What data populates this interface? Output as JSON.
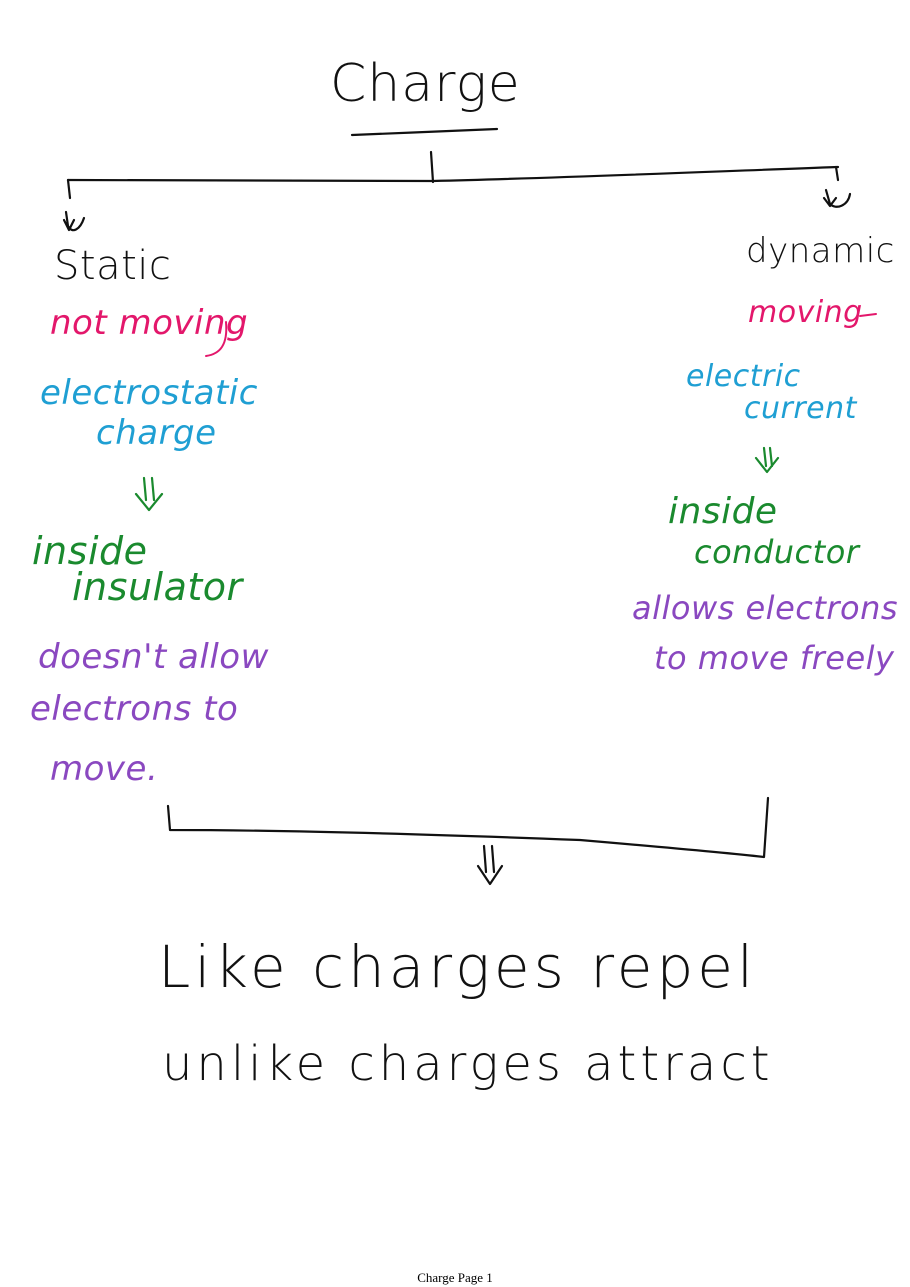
{
  "title": "Charge",
  "branches": {
    "static": {
      "heading": "Static",
      "motion": "not moving",
      "type_line1": "electrostatic",
      "type_line2": "charge",
      "location_line1": "inside",
      "location_line2": "insulator",
      "description_line1": "doesn't allow",
      "description_line2": "electrons to",
      "description_line3": "move."
    },
    "dynamic": {
      "heading": "dynamic",
      "motion": "moving",
      "type_line1": "electric",
      "type_line2": "current",
      "location_line1": "inside",
      "location_line2": "conductor",
      "description_line1": "allows electrons",
      "description_line2": "to move freely"
    }
  },
  "rules": {
    "line1": "Like charges repel",
    "line2": "unlike charges attract"
  },
  "footer": "Charge Page 1",
  "colors": {
    "ink": "#111111",
    "motion": "#e3176b",
    "type": "#1f9fd3",
    "location": "#1a8a2e",
    "description": "#8a48c0"
  },
  "icons": [
    "down-arrow-icon"
  ]
}
